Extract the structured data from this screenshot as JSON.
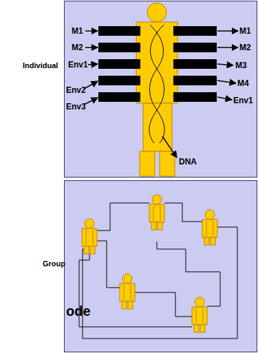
{
  "diagram": {
    "labels": [
      "Individual",
      "M1",
      "M2",
      "Env1",
      "Env2",
      "Env3",
      "M1",
      "M2",
      "M3",
      "M4",
      "Env1",
      "DNA",
      "Group",
      "ode"
    ]
  }
}
